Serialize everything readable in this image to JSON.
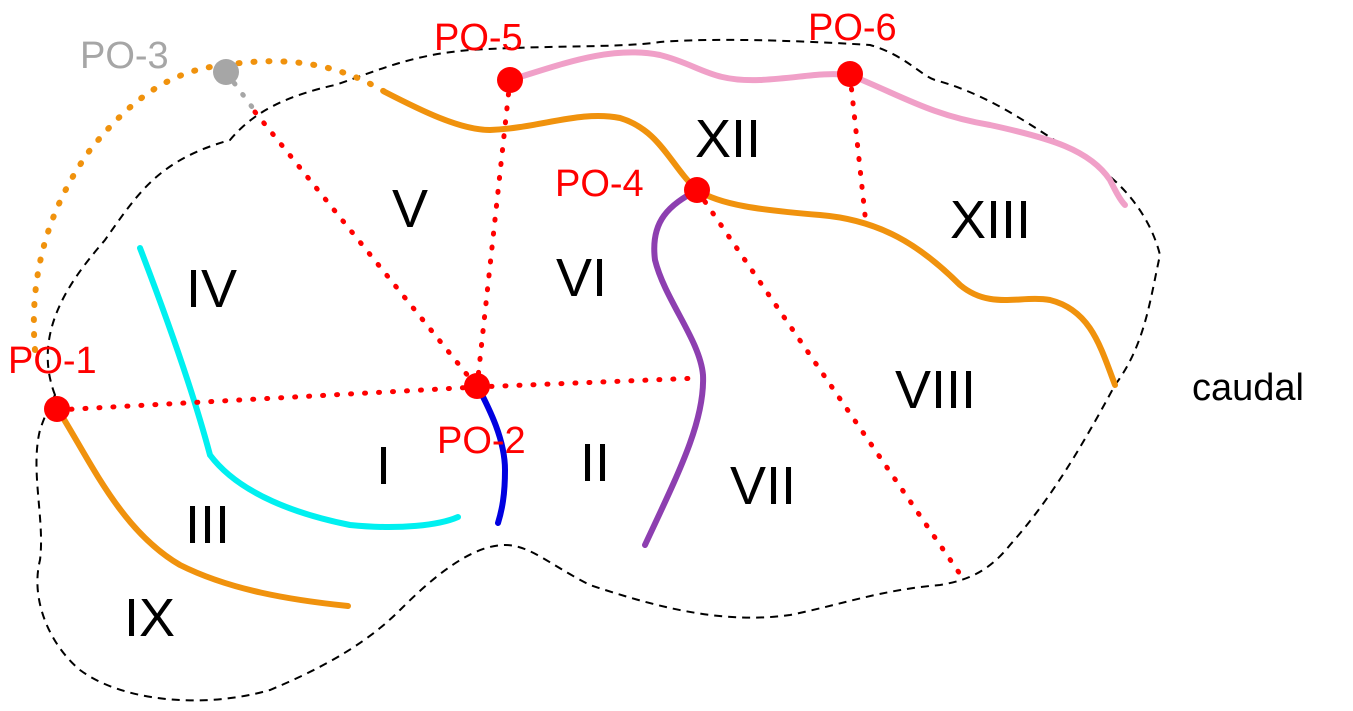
{
  "colors": {
    "point_active": "#ff0000",
    "point_inactive": "#a6a6a6",
    "outline": "#000000",
    "orange_line": "#f0920d",
    "cyan_line": "#00f0f0",
    "blue_line": "#0000e0",
    "purple_line": "#8d3fb0",
    "pink_line": "#f0a0c8",
    "dotted_red": "#ff0000"
  },
  "points": [
    {
      "id": "po1",
      "label": "PO-1",
      "active": true
    },
    {
      "id": "po2",
      "label": "PO-2",
      "active": true
    },
    {
      "id": "po3",
      "label": "PO-3",
      "active": false
    },
    {
      "id": "po4",
      "label": "PO-4",
      "active": true
    },
    {
      "id": "po5",
      "label": "PO-5",
      "active": true
    },
    {
      "id": "po6",
      "label": "PO-6",
      "active": true
    }
  ],
  "regions": [
    "I",
    "II",
    "III",
    "IV",
    "V",
    "VI",
    "VII",
    "VIII",
    "IX",
    "XII",
    "XIII"
  ],
  "side_label": "caudal"
}
